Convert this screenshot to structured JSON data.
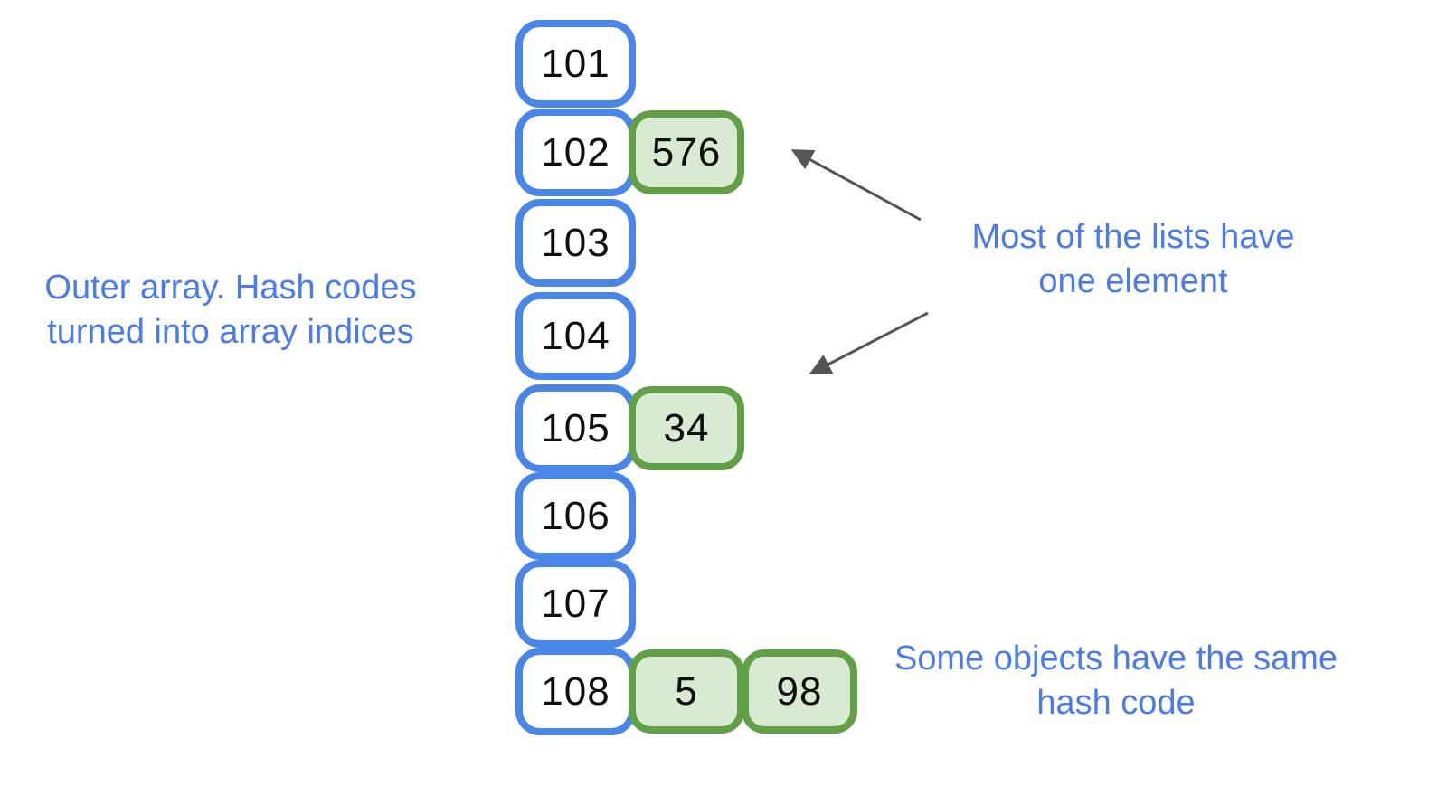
{
  "diagram": {
    "array_rows": [
      {
        "index": "101",
        "chain": []
      },
      {
        "index": "102",
        "chain": [
          "576"
        ]
      },
      {
        "index": "103",
        "chain": []
      },
      {
        "index": "104",
        "chain": []
      },
      {
        "index": "105",
        "chain": [
          "34"
        ]
      },
      {
        "index": "106",
        "chain": []
      },
      {
        "index": "107",
        "chain": []
      },
      {
        "index": "108",
        "chain": [
          "5",
          "98"
        ]
      }
    ],
    "labels": {
      "outer_array": {
        "line1": "Outer array. Hash codes",
        "line2": "turned into array indices"
      },
      "most_lists": {
        "line1": "Most of the lists have",
        "line2": "one element"
      },
      "same_hash": {
        "line1": "Some objects have the same",
        "line2": "hash code"
      }
    },
    "colors": {
      "index_box_border": "#4a86e8",
      "chain_box_border": "#61a047",
      "chain_box_fill": "#d9ead3",
      "label_text": "#4b7bea",
      "arrow": "#555555",
      "box_text": "#0e0e0e"
    }
  }
}
